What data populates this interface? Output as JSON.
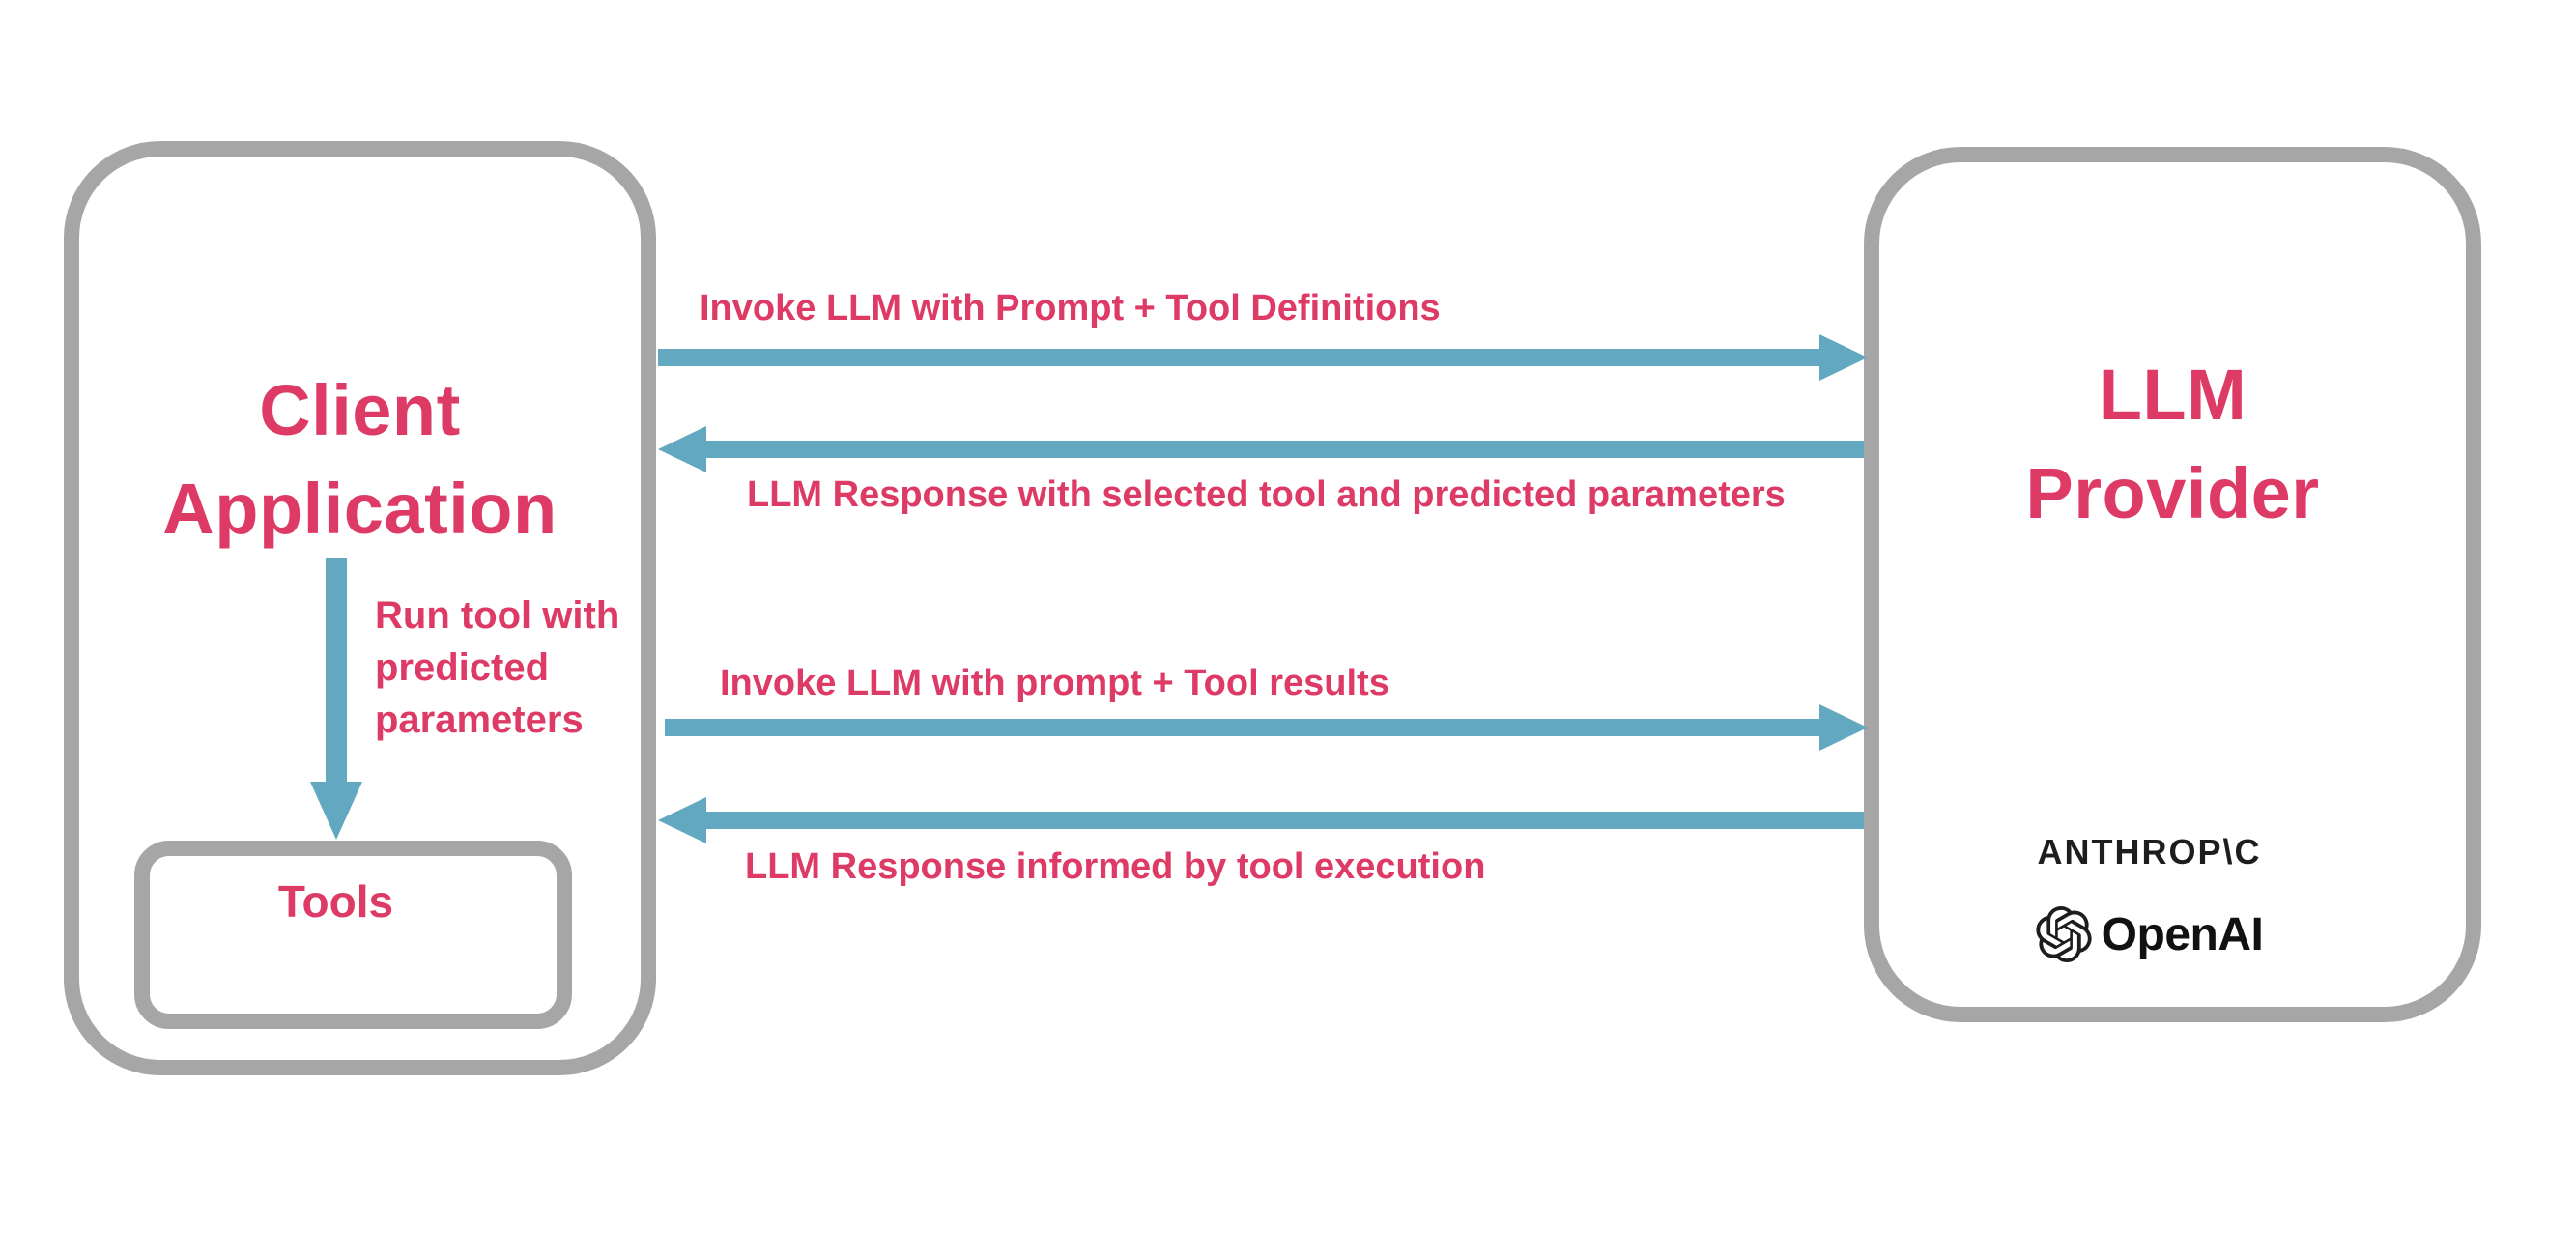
{
  "client_box": {
    "title_line1": "Client",
    "title_line2": "Application",
    "tools_label": "Tools"
  },
  "llm_box": {
    "title_line1": "LLM",
    "title_line2": "Provider",
    "anthropic_wordmark": "ANTHROP\\C",
    "openai_wordmark": "OpenAI"
  },
  "flows": [
    {
      "id": "invoke-with-tool-definitions",
      "direction": "right",
      "label": "Invoke LLM with Prompt + Tool Definitions"
    },
    {
      "id": "response-with-selected-tool",
      "direction": "left",
      "label": "LLM Response with selected tool and predicted parameters"
    },
    {
      "id": "run-tool",
      "direction": "down",
      "label": "Run tool with\npredicted\nparameters"
    },
    {
      "id": "invoke-with-tool-results",
      "direction": "right",
      "label": "Invoke LLM with prompt + Tool results"
    },
    {
      "id": "response-informed-by-tool",
      "direction": "left",
      "label": "LLM Response informed by tool execution"
    }
  ],
  "colors": {
    "accent_pink": "#de3a66",
    "arrow_blue": "#63a8c1",
    "border_gray": "#a6a6a6",
    "logo_black": "#1d1d1d",
    "background": "#ffffff"
  }
}
